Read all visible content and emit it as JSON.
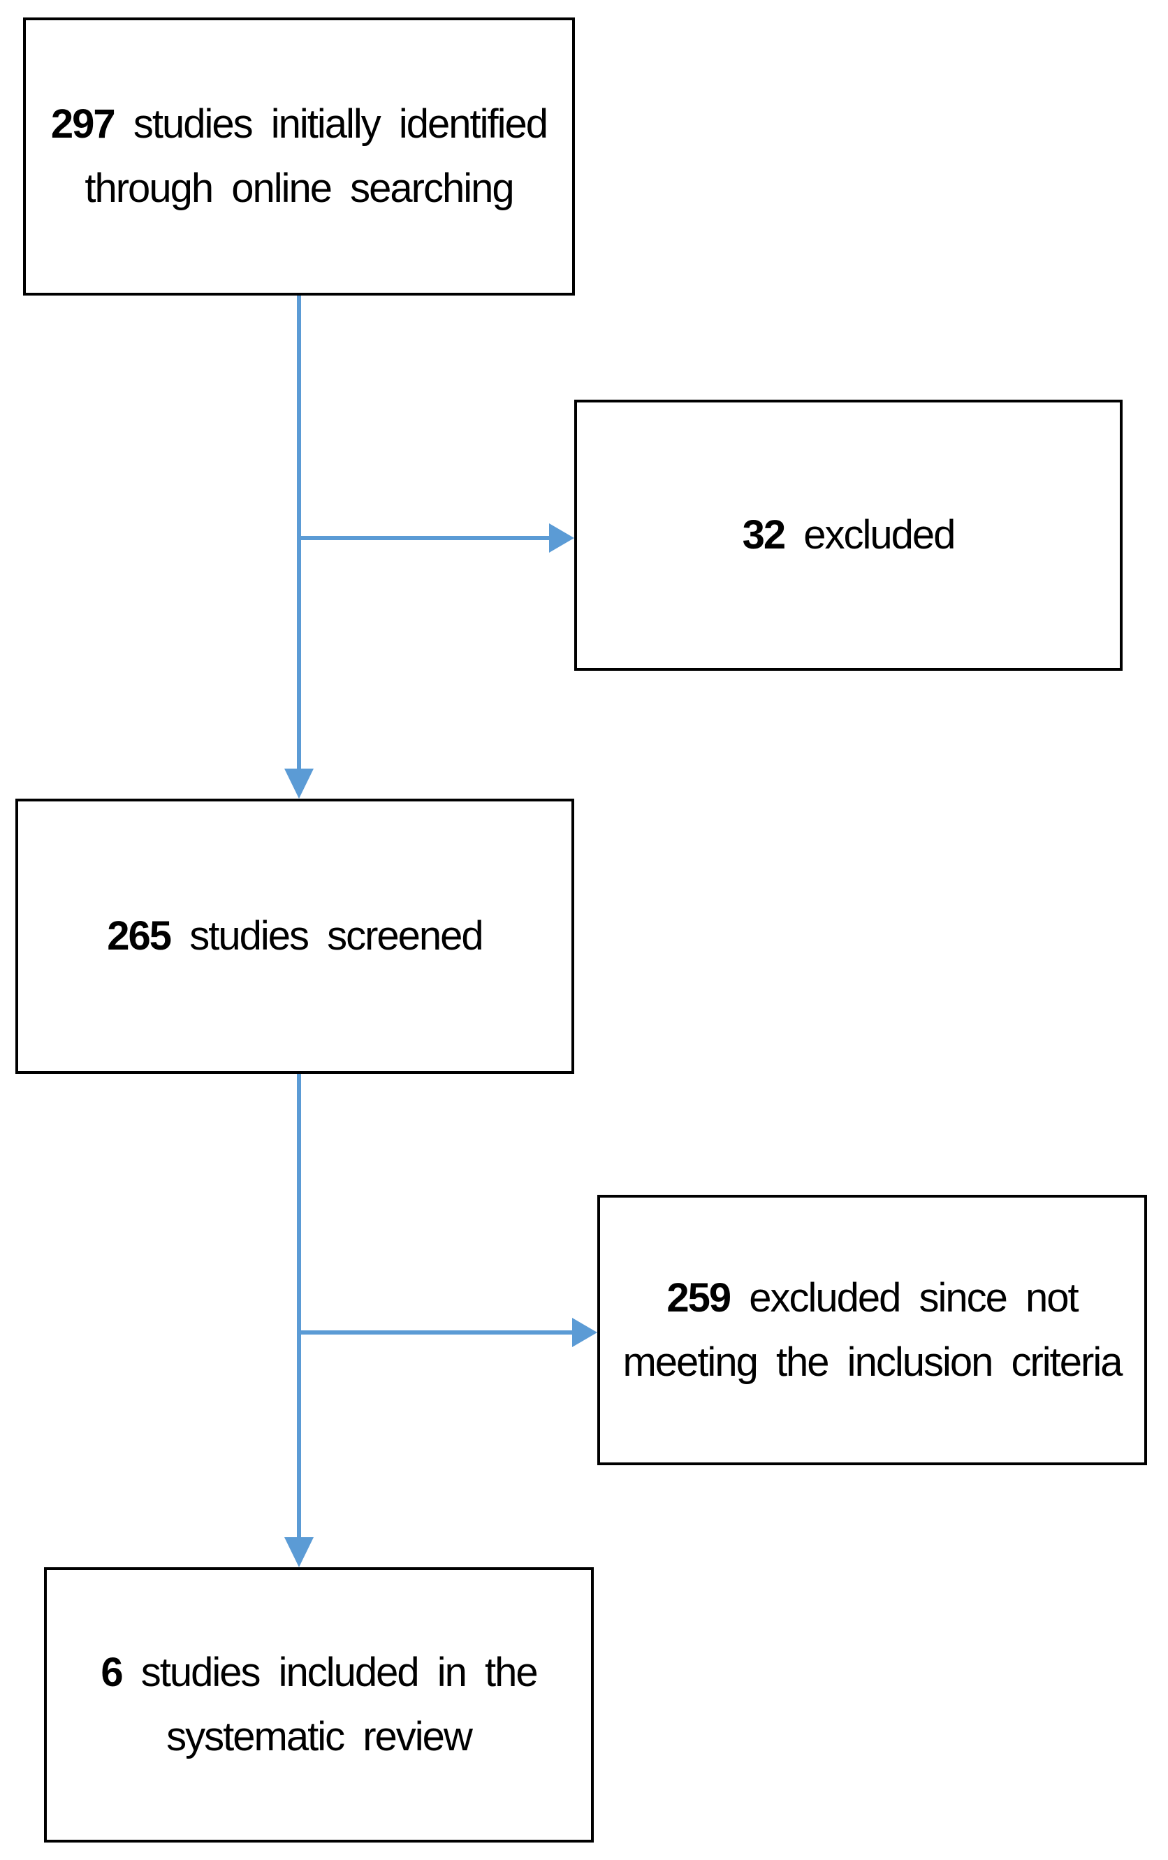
{
  "diagram": {
    "type": "flowchart",
    "boxes": [
      {
        "id": "identified",
        "count": "297",
        "text": "studies initially identified through online searching"
      },
      {
        "id": "excluded-initial",
        "count": "32",
        "text": "excluded"
      },
      {
        "id": "screened",
        "count": "265",
        "text": "studies screened"
      },
      {
        "id": "excluded-criteria",
        "count": "259",
        "text": "excluded since not meeting the inclusion criteria"
      },
      {
        "id": "included",
        "count": "6",
        "text": "studies included in the systematic review"
      }
    ],
    "flow": [
      {
        "from": "identified",
        "to": "screened"
      },
      {
        "from": "identified",
        "to": "excluded-initial"
      },
      {
        "from": "screened",
        "to": "included"
      },
      {
        "from": "screened",
        "to": "excluded-criteria"
      }
    ],
    "colors": {
      "arrow": "#5B9BD5",
      "border": "#000000",
      "text": "#000000",
      "background": "#FFFFFF"
    }
  }
}
